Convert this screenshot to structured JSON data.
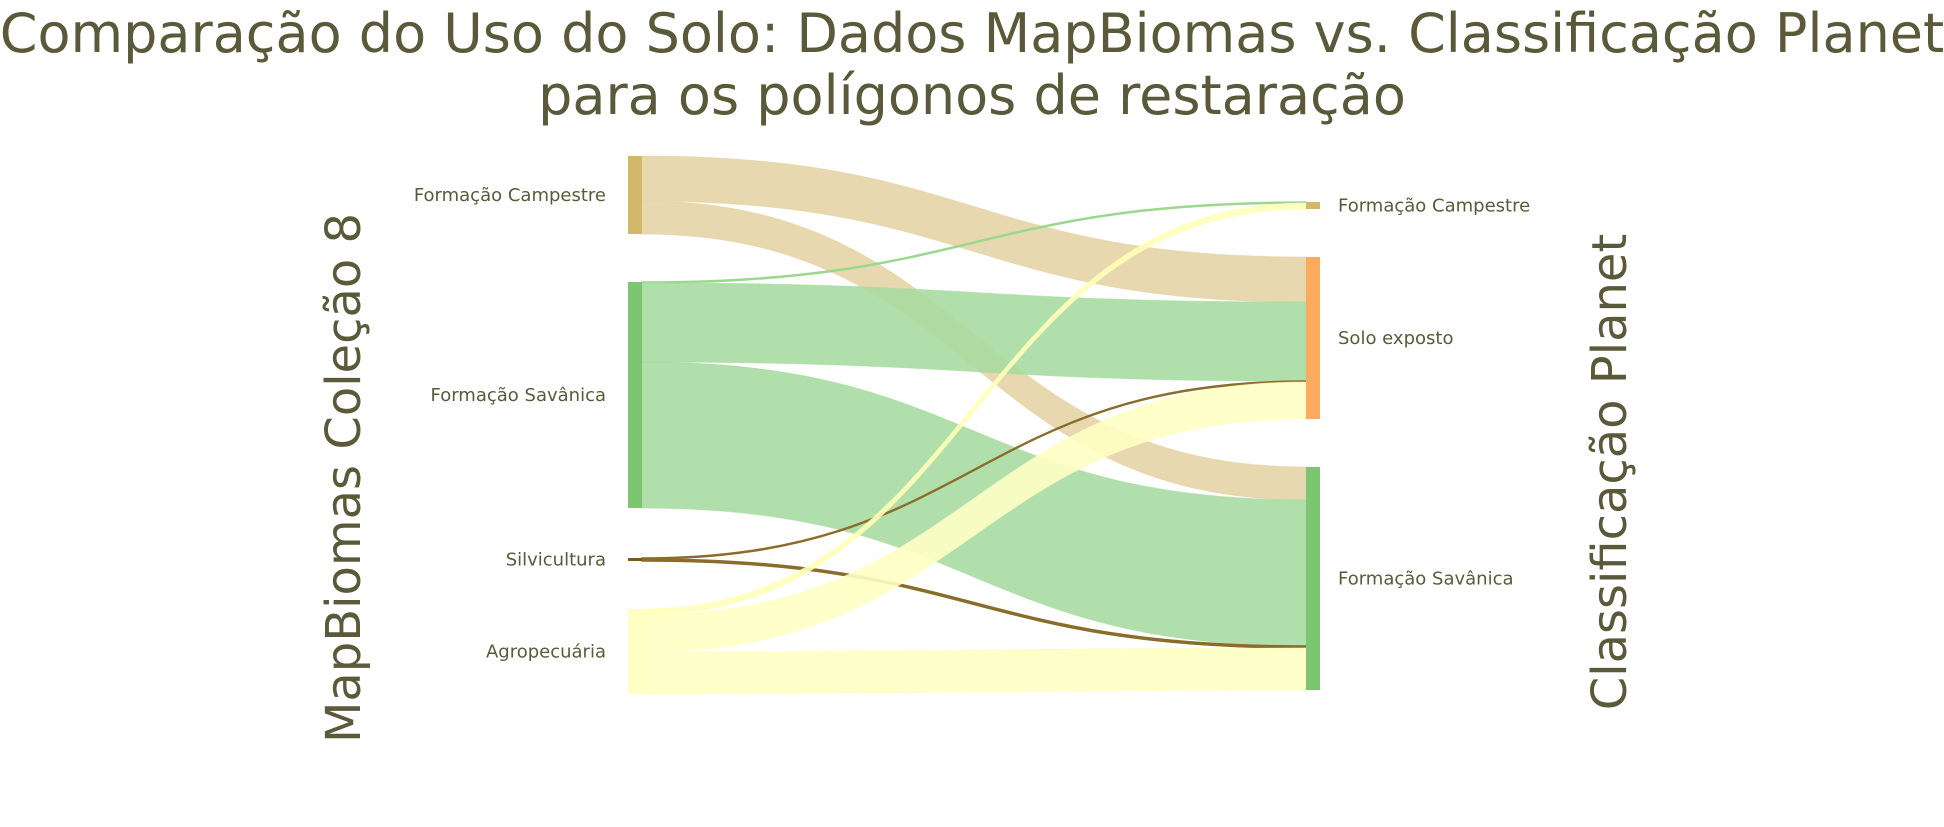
{
  "chart_data": {
    "type": "sankey",
    "title_lines": [
      "Comparação do Uso do Solo: Dados MapBiomas vs. Classificação Planet",
      "para os polígonos de restaração"
    ],
    "left_axis_label": "MapBiomas Coleção 8",
    "right_axis_label": "Classificação Planet",
    "source_nodes": [
      {
        "id": "s_campestre",
        "label": "Formação Campestre",
        "color": "#d4b86a"
      },
      {
        "id": "s_savanica",
        "label": "Formação Savânica",
        "color": "#7cc672"
      },
      {
        "id": "s_silvicultura",
        "label": "Silvicultura",
        "color": "#7a5a1a"
      },
      {
        "id": "s_agro",
        "label": "Agropecuária",
        "color": "#ffffc4"
      }
    ],
    "target_nodes": [
      {
        "id": "t_campestre",
        "label": "Formação Campestre",
        "color": "#d4b86a"
      },
      {
        "id": "t_solo",
        "label": "Solo exposto",
        "color": "#fbaa5e"
      },
      {
        "id": "t_savanica",
        "label": "Formação Savânica",
        "color": "#7cc672"
      }
    ],
    "links": [
      {
        "source": "s_campestre",
        "target": "t_solo",
        "value": 45,
        "color": "#e4d4a6"
      },
      {
        "source": "s_campestre",
        "target": "t_savanica",
        "value": 33,
        "color": "#e4d4a6"
      },
      {
        "source": "s_savanica",
        "target": "t_campestre",
        "value": 1,
        "color": "#9ad88e"
      },
      {
        "source": "s_savanica",
        "target": "t_solo",
        "value": 79,
        "color": "#a9dba2"
      },
      {
        "source": "s_savanica",
        "target": "t_savanica",
        "value": 146,
        "color": "#a9dba2"
      },
      {
        "source": "s_silvicultura",
        "target": "t_solo",
        "value": 1,
        "color": "#8a6d2a"
      },
      {
        "source": "s_silvicultura",
        "target": "t_savanica",
        "value": 2,
        "color": "#8a6d2a"
      },
      {
        "source": "s_agro",
        "target": "t_campestre",
        "value": 6,
        "color": "#ffffb8"
      },
      {
        "source": "s_agro",
        "target": "t_solo",
        "value": 37,
        "color": "#ffffc4"
      },
      {
        "source": "s_agro",
        "target": "t_savanica",
        "value": 42,
        "color": "#ffffc4"
      }
    ],
    "text_color": "#5a5a3a"
  }
}
